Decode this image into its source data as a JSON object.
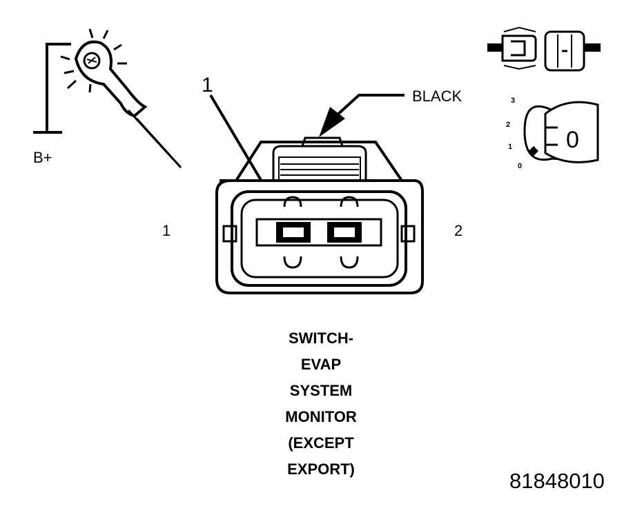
{
  "labels": {
    "battery": "B+",
    "wire_color": "BLACK",
    "terminal_callout": "1",
    "pin_left": "1",
    "pin_right": "2",
    "key_positions": [
      "3",
      "2",
      "1",
      "0"
    ],
    "key_glyph": "0"
  },
  "caption": {
    "lines": [
      "SWITCH-",
      "EVAP",
      "SYSTEM",
      "MONITOR",
      "(EXCEPT",
      "EXPORT)"
    ]
  },
  "figure_id": "81848010",
  "icons": [
    "test-light-probe-icon",
    "connector-disconnected-icon",
    "ignition-key-icon",
    "connector-face-icon"
  ]
}
